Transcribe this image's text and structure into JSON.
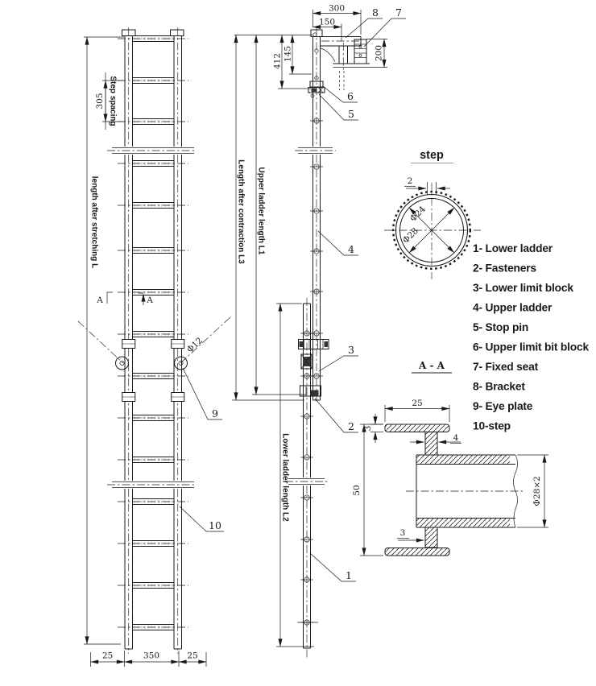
{
  "front_view": {
    "dims": {
      "length_stretched": "length after stretching  L",
      "step_spacing_label": "Step spacing",
      "step_spacing_value": "305",
      "bottom_left": "25",
      "bottom_middle": "350",
      "bottom_right": "25",
      "eye_plate_dia": "Φ12"
    },
    "section_marks": {
      "left": "A",
      "right": "A"
    },
    "callouts": {
      "c9": "9",
      "c10": "10"
    }
  },
  "side_view": {
    "dims": {
      "bracket_width": "300",
      "bracket_half_width": "150",
      "seat_height": "200",
      "offset_145": "145",
      "offset_412": "412",
      "contracted_length": "Length after contraction  L3",
      "upper_ladder_length": "Upper ladder length  L1",
      "lower_ladder_length": "Lower ladder length  L2"
    },
    "callouts": {
      "c1": "1",
      "c2": "2",
      "c3": "3",
      "c4": "4",
      "c5": "5",
      "c6": "6",
      "c7": "7",
      "c8": "8"
    }
  },
  "step_detail": {
    "title": "step",
    "dims": {
      "wall": "2",
      "dia_24": "Φ24",
      "dia_28": "Φ28"
    }
  },
  "section_aa": {
    "title": "A - A",
    "dims": {
      "flange_width": "25",
      "flange_thickness": "3",
      "web_thickness": "4",
      "overall_height": "50",
      "bottom_thickness": "3",
      "tube_spec": "Φ28×2"
    }
  },
  "parts_list": {
    "items": [
      "1- Lower ladder",
      "2- Fasteners",
      "3- Lower limit block",
      "4- Upper ladder",
      "5- Stop pin",
      "6- Upper limit bit block",
      "7- Fixed seat",
      "8- Bracket",
      "9- Eye plate",
      "10-step"
    ]
  }
}
